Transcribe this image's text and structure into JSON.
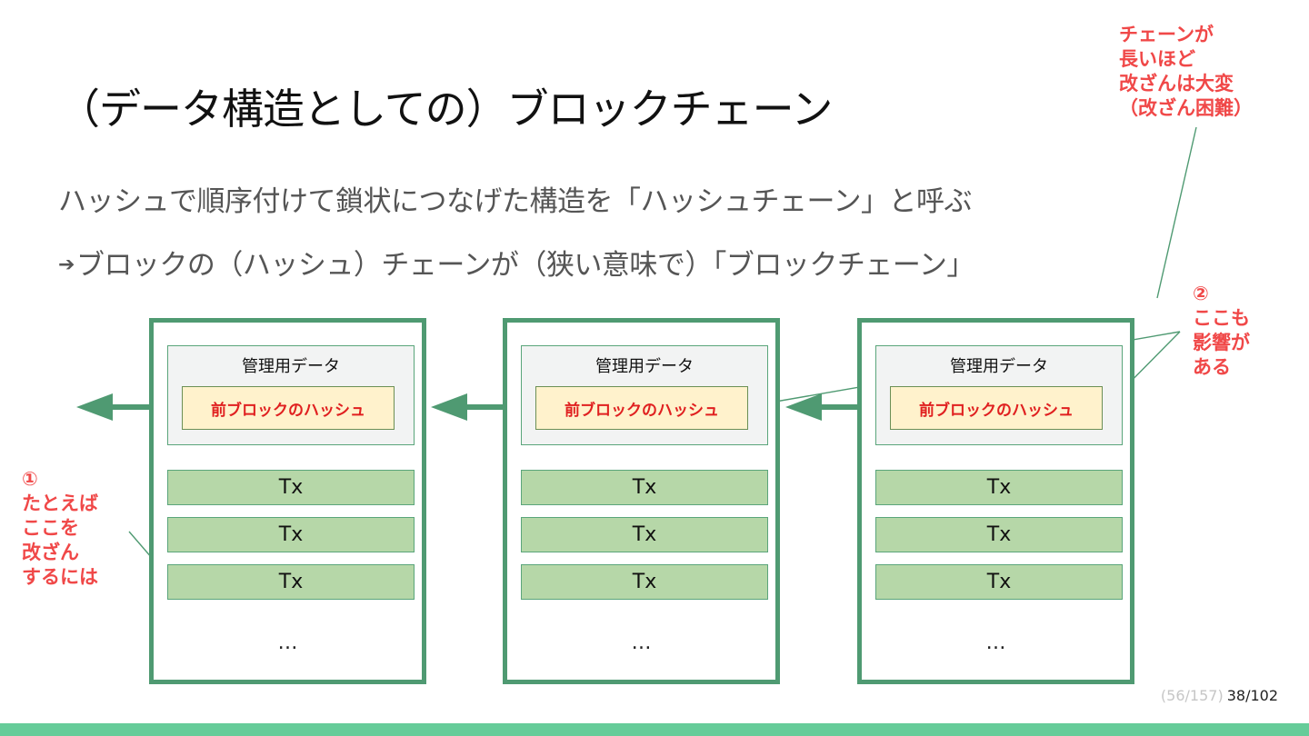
{
  "title": "（データ構造としての）ブロックチェーン",
  "body": {
    "line1": "ハッシュで順序付けて鎖状につなげた構造を「ハッシュチェーン」と呼ぶ",
    "line2_arrow": "➔",
    "line2": "ブロックの（ハッシュ）チェーンが（狭い意味で）「ブロックチェーン」"
  },
  "blocks": [
    {
      "management_label": "管理用データ",
      "prev_hash_label": "前ブロックのハッシュ",
      "tx": [
        "Tx",
        "Tx",
        "Tx"
      ],
      "ellipsis": "…"
    },
    {
      "management_label": "管理用データ",
      "prev_hash_label": "前ブロックのハッシュ",
      "tx": [
        "Tx",
        "Tx",
        "Tx"
      ],
      "ellipsis": "…"
    },
    {
      "management_label": "管理用データ",
      "prev_hash_label": "前ブロックのハッシュ",
      "tx": [
        "Tx",
        "Tx",
        "Tx"
      ],
      "ellipsis": "…"
    }
  ],
  "annotations": {
    "note1": [
      "①",
      "たとえば",
      "ここを",
      "改ざん",
      "するには"
    ],
    "note2": [
      "②",
      "ここも",
      "影響が",
      "ある"
    ],
    "note3": [
      "チェーンが",
      "長いほど",
      "改ざんは大変",
      "（改ざん困難）"
    ]
  },
  "page": {
    "sub": "(56/157)",
    "main": "38/102"
  },
  "colors": {
    "accent_green": "#4f9a72",
    "tx_green": "#b6d7a8",
    "note_red": "#f04848",
    "footer_green": "#66cc99"
  }
}
